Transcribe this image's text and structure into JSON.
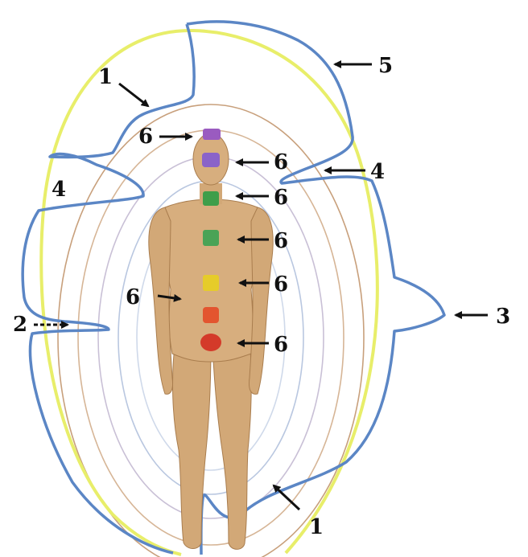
{
  "header_text": "",
  "labels": {
    "l1_top": "1",
    "l1_bottom": "1",
    "l2": "2",
    "l3": "3",
    "l4_left": "4",
    "l4_right": "4",
    "l5": "5",
    "l6_head": "6",
    "l6_brow": "6",
    "l6_throat": "6",
    "l6_chest": "6",
    "l6_belly": "6",
    "l6_side": "6",
    "l6_groin": "6"
  },
  "colors": {
    "aura_outline": "#5b86c5",
    "yellow_ring": "#e8ee6a",
    "inner_rings": [
      "#c8a07c",
      "#d6b596",
      "#c9c0d6",
      "#b9c7e0",
      "#cfd9ea"
    ],
    "skin": "#d7ae7e",
    "skin_shadow": "#b9895a",
    "chakra_crown": "#9a5bc0",
    "chakra_brow": "#8a63c9",
    "chakra_throat": "#3e9e4a",
    "chakra_heart": "#4aa356",
    "chakra_solar": "#e6cc2a",
    "chakra_sacral": "#e3552f",
    "chakra_root": "#d43a2a",
    "arrow": "#111111"
  }
}
